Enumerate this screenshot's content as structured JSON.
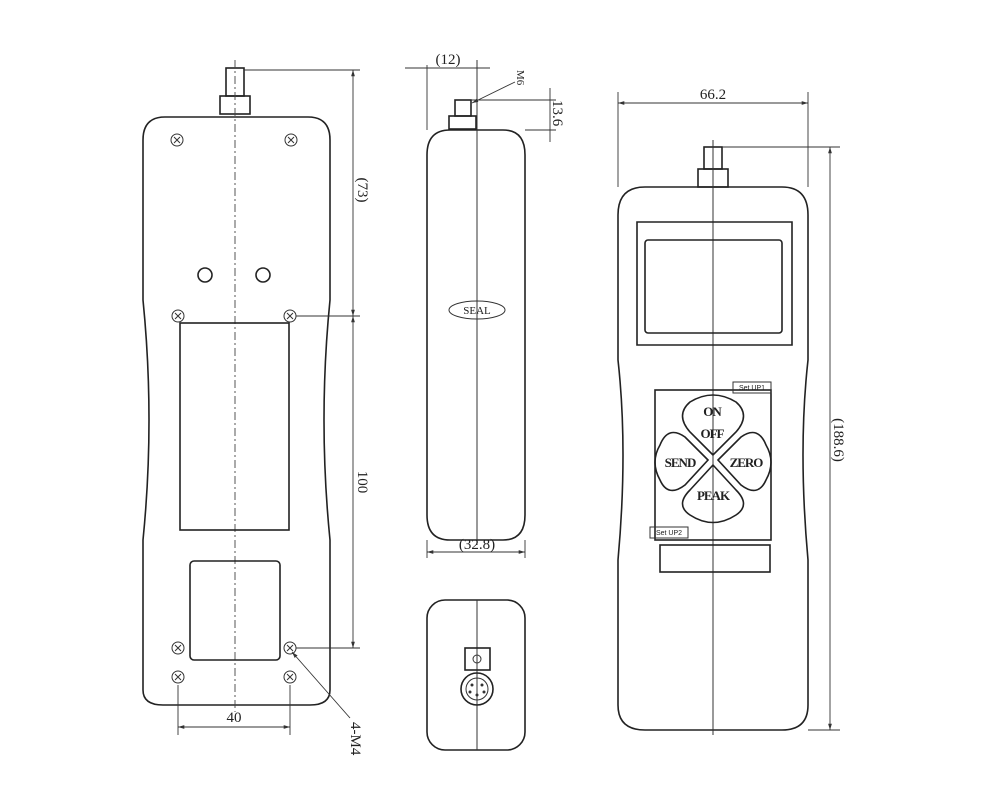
{
  "title": "Force gauge dimension drawing",
  "back_view": {
    "dim_top": "(73)",
    "dim_middle": "100",
    "dim_width": "40",
    "holes_label": "4-M4"
  },
  "side_view": {
    "dim_stud_offset": "(12)",
    "thread_label": "M6",
    "dim_stud_height": "13.6",
    "seal_label": "SEAL",
    "dim_depth": "(32.8)"
  },
  "front_view": {
    "dim_width": "66.2",
    "dim_height": "(188.6)",
    "keys": {
      "on": "ON",
      "off": "OFF",
      "send": "SEND",
      "zero": "ZERO",
      "peak": "PEAK"
    },
    "set_up1": "Set UP1",
    "set_up2": "Set UP2"
  }
}
